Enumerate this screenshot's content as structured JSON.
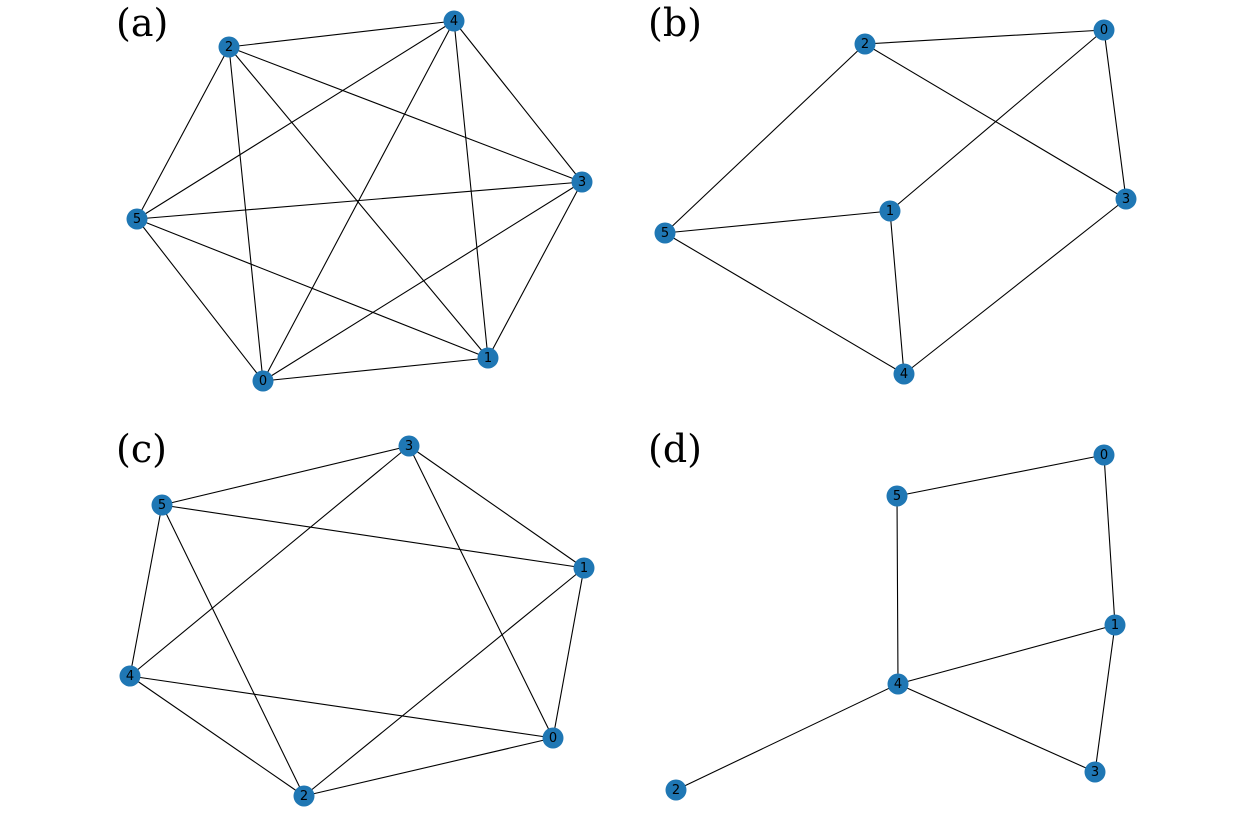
{
  "colors": {
    "node_fill": "#1f77b4",
    "edge_stroke": "#000000",
    "label_text": "#000000",
    "background": "#ffffff"
  },
  "panels": [
    {
      "id": "a",
      "label": "(a)",
      "nodes": [
        "0",
        "1",
        "2",
        "3",
        "4",
        "5"
      ],
      "edges": [
        [
          "0",
          "1"
        ],
        [
          "0",
          "2"
        ],
        [
          "0",
          "3"
        ],
        [
          "0",
          "4"
        ],
        [
          "0",
          "5"
        ],
        [
          "1",
          "2"
        ],
        [
          "1",
          "3"
        ],
        [
          "1",
          "4"
        ],
        [
          "1",
          "5"
        ],
        [
          "2",
          "3"
        ],
        [
          "2",
          "4"
        ],
        [
          "2",
          "5"
        ],
        [
          "3",
          "4"
        ],
        [
          "3",
          "5"
        ],
        [
          "4",
          "5"
        ]
      ]
    },
    {
      "id": "b",
      "label": "(b)",
      "nodes": [
        "0",
        "1",
        "2",
        "3",
        "4",
        "5"
      ],
      "edges": [
        [
          "2",
          "0"
        ],
        [
          "0",
          "1"
        ],
        [
          "0",
          "3"
        ],
        [
          "2",
          "3"
        ],
        [
          "2",
          "5"
        ],
        [
          "5",
          "1"
        ],
        [
          "5",
          "4"
        ],
        [
          "1",
          "4"
        ],
        [
          "4",
          "3"
        ]
      ]
    },
    {
      "id": "c",
      "label": "(c)",
      "nodes": [
        "0",
        "1",
        "2",
        "3",
        "4",
        "5"
      ],
      "edges": [
        [
          "5",
          "3"
        ],
        [
          "5",
          "1"
        ],
        [
          "5",
          "4"
        ],
        [
          "5",
          "2"
        ],
        [
          "3",
          "1"
        ],
        [
          "3",
          "4"
        ],
        [
          "3",
          "0"
        ],
        [
          "1",
          "2"
        ],
        [
          "1",
          "0"
        ],
        [
          "4",
          "0"
        ],
        [
          "4",
          "2"
        ],
        [
          "2",
          "0"
        ]
      ]
    },
    {
      "id": "d",
      "label": "(d)",
      "nodes": [
        "0",
        "1",
        "2",
        "3",
        "4",
        "5"
      ],
      "edges": [
        [
          "5",
          "0"
        ],
        [
          "0",
          "1"
        ],
        [
          "5",
          "4"
        ],
        [
          "4",
          "1"
        ],
        [
          "1",
          "3"
        ],
        [
          "4",
          "3"
        ],
        [
          "4",
          "2"
        ]
      ]
    }
  ]
}
